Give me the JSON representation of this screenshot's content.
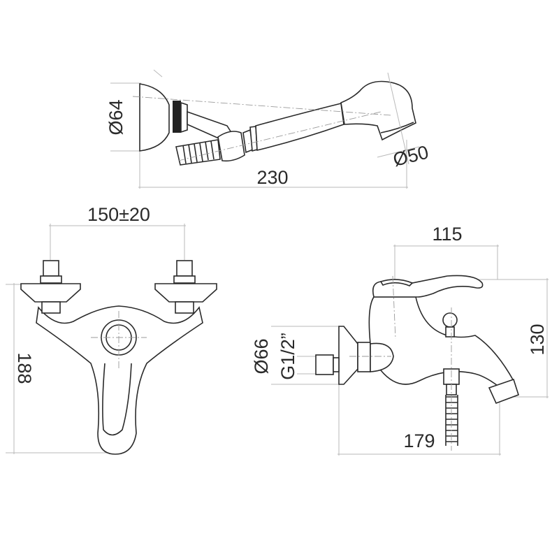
{
  "hand_shower": {
    "bracket_diameter": "Ø64",
    "head_diameter": "Ø50",
    "length": "230"
  },
  "front_view": {
    "center_distance": "150±20",
    "height": "188"
  },
  "side_view": {
    "depth_to_lever": "115",
    "height": "130",
    "plate_diameter": "Ø66",
    "thread": "G1/2”",
    "total_depth": "179"
  }
}
